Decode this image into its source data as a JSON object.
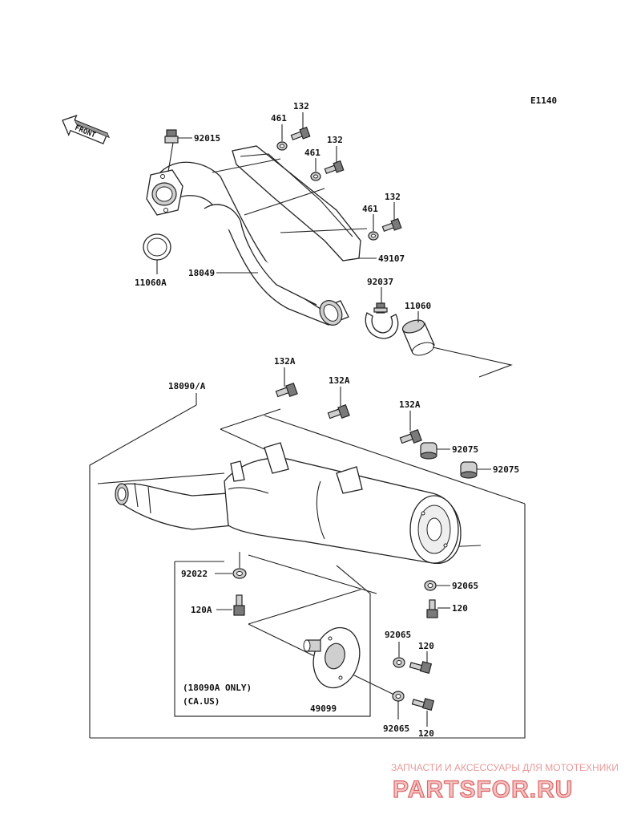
{
  "diagram_id": "E1140",
  "front_label": "FRONT",
  "labels": {
    "p92015": "92015",
    "p461_a": "461",
    "p132_a": "132",
    "p461_b": "461",
    "p132_b": "132",
    "p461_c": "461",
    "p132_c": "132",
    "p49107": "49107",
    "p11060A": "11060A",
    "p18049": "18049",
    "p92037": "92037",
    "p11060": "11060",
    "p132A_a": "132A",
    "p132A_b": "132A",
    "p132A_c": "132A",
    "p18090A": "18090/A",
    "p92075_a": "92075",
    "p92075_b": "92075",
    "p92022": "92022",
    "p92065_a": "92065",
    "p120A": "120A",
    "p120_a": "120",
    "p92065_b": "92065",
    "p120_b": "120",
    "p49099": "49099",
    "p92065_c": "92065",
    "p120_c": "120"
  },
  "note_line1": "(18090A ONLY)",
  "note_line2": "(CA.US)",
  "watermark_top": "ЗАПЧАСТИ И АКСЕССУАРЫ ДЛЯ МОТОТЕХНИКИ",
  "watermark_brand": "PARTSFOR.RU"
}
